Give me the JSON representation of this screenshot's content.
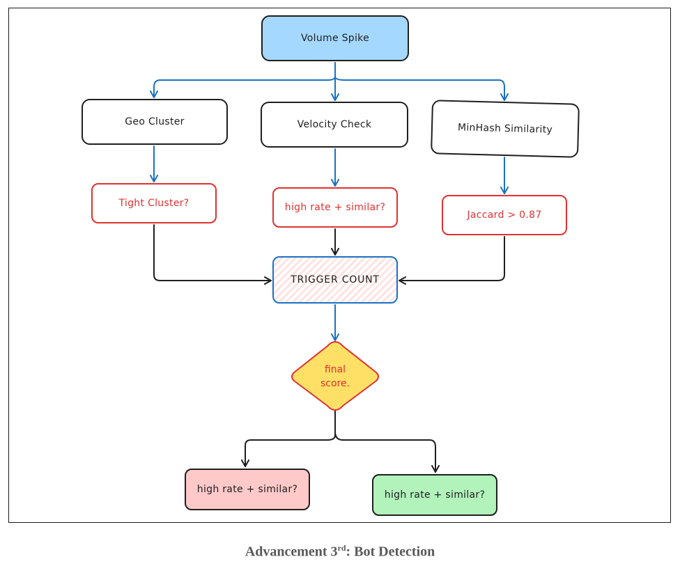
{
  "diagram": {
    "nodes": {
      "volume_spike": "Volume Spike",
      "geo_cluster": "Geo Cluster",
      "velocity_check": "Velocity Check",
      "minhash_similarity": "MinHash Similarity",
      "tight_cluster": "Tight Cluster?",
      "high_rate_similar": "high rate + similar?",
      "jaccard": "Jaccard > 0.87",
      "trigger_count": "TRIGGER COUNT",
      "final_score_line1": "final",
      "final_score_line2": "score.",
      "outcome_red": "high rate + similar?",
      "outcome_green": "high rate + similar?"
    },
    "colors": {
      "blue_arrow": "#1971c2",
      "black_arrow": "#1e1e1e",
      "red_text": "#e03131",
      "volume_fill": "#a5d8ff",
      "diamond_fill": "#ffe066",
      "outcome_red_fill": "#ffc9c9",
      "outcome_green_fill": "#b2f2bb"
    }
  },
  "caption": {
    "prefix": "Advancement 3",
    "superscript": "rd",
    "suffix": ": Bot Detection"
  }
}
